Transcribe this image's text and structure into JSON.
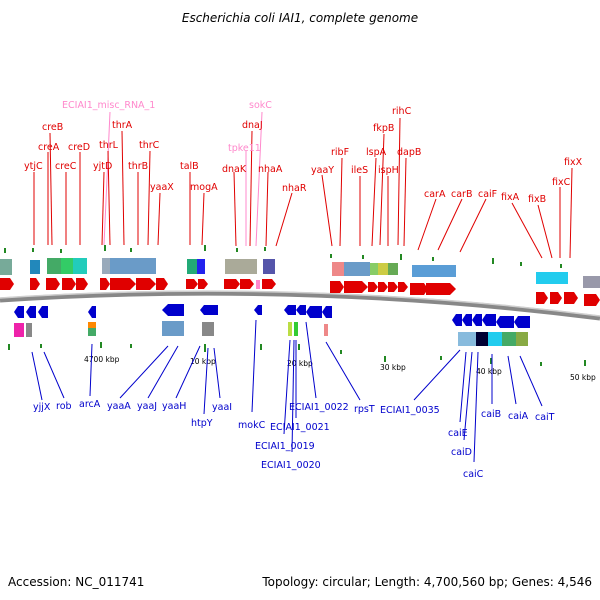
{
  "title": "Escherichia coli IAI1, complete genome",
  "footer": {
    "accession": "Accession: NC_011741",
    "topology": "Topology: circular; Length: 4,700,560 bp; Genes: 4,546"
  },
  "colors": {
    "forward": "#e00000",
    "reverse": "#0000cc",
    "rna": "#ff88cc",
    "backbone": "#888888",
    "tick": "#228822"
  },
  "ticks": [
    "4700 kbp",
    "10 kbp",
    "20 kbp",
    "30 kbp",
    "40 kbp",
    "50 kbp"
  ],
  "top_labels": [
    "ECIAI1_misc_RNA_1",
    "sokC",
    "rihC",
    "creB",
    "thrA",
    "dnaJ",
    "fkpB",
    "thrL",
    "thrC",
    "tpke11",
    "ribF",
    "lspA",
    "dapB",
    "ytjC",
    "creA",
    "creC",
    "creD",
    "yjtD",
    "thrB",
    "talB",
    "dnaK",
    "nhaA",
    "yaaY",
    "ileS",
    "ispH",
    "fixX",
    "yaaX",
    "mogA",
    "nhaR",
    "carA",
    "carB",
    "caiF",
    "fixA",
    "fixB",
    "fixC"
  ],
  "bottom_labels": [
    "yjjX",
    "rob",
    "arcA",
    "yaaA",
    "yaaJ",
    "yaaH",
    "htpY",
    "yaaI",
    "mokC",
    "ECIAI1_0022",
    "ECIAI1_0021",
    "ECIAI1_0019",
    "ECIAI1_0020",
    "rpsT",
    "ECIAI1_0035",
    "caiE",
    "caiD",
    "caiC",
    "caiB",
    "caiA",
    "caiT"
  ]
}
